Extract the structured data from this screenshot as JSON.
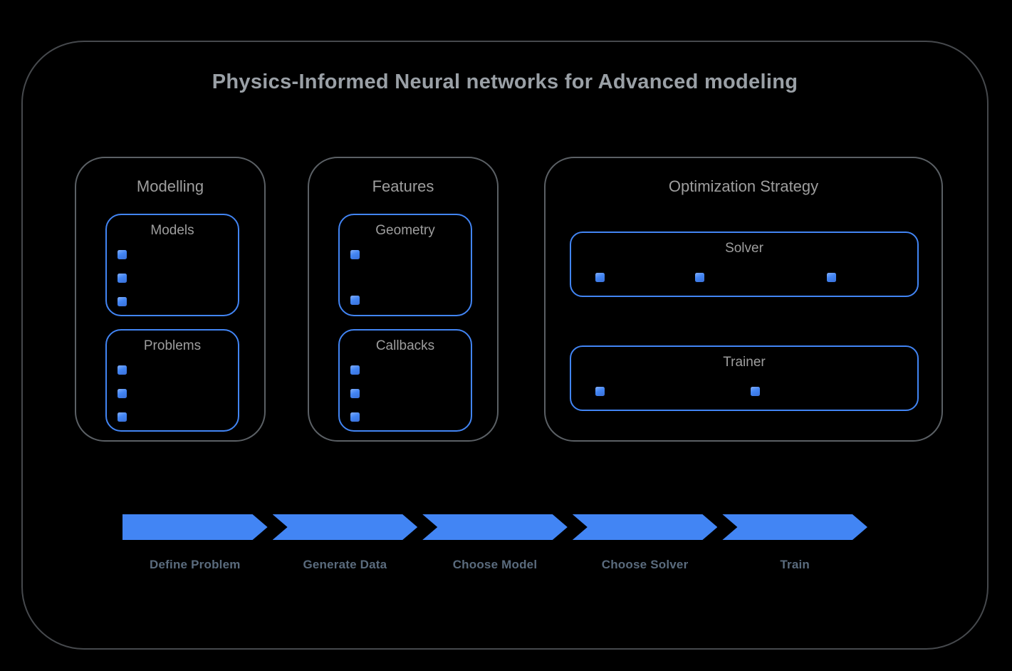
{
  "title": "Physics-Informed Neural networks for Advanced modeling",
  "groups": [
    {
      "label": "Modelling",
      "boxes": [
        {
          "label": "Models",
          "bullet_count": 3,
          "bullet_layout": "vertical"
        },
        {
          "label": "Problems",
          "bullet_count": 3,
          "bullet_layout": "vertical"
        }
      ]
    },
    {
      "label": "Features",
      "boxes": [
        {
          "label": "Geometry",
          "bullet_count": 2,
          "bullet_layout": "vertical"
        },
        {
          "label": "Callbacks",
          "bullet_count": 3,
          "bullet_layout": "vertical"
        }
      ]
    },
    {
      "label": "Optimization Strategy",
      "boxes": [
        {
          "label": "Solver",
          "bullet_count": 3,
          "bullet_layout": "horizontal"
        },
        {
          "label": "Trainer",
          "bullet_count": 2,
          "bullet_layout": "horizontal"
        }
      ]
    }
  ],
  "flow": {
    "steps": [
      {
        "label": "Define Problem"
      },
      {
        "label": "Generate Data"
      },
      {
        "label": "Choose Model"
      },
      {
        "label": "Choose Solver"
      },
      {
        "label": "Train"
      }
    ]
  },
  "colors": {
    "accent_blue": "#4285F4",
    "frame_border": "#46494D",
    "group_border": "#5B6065",
    "title_text": "#9AA0A6",
    "label_text": "#9E9E9E",
    "flow_label_text": "#5A6B7D",
    "background": "#000000"
  }
}
